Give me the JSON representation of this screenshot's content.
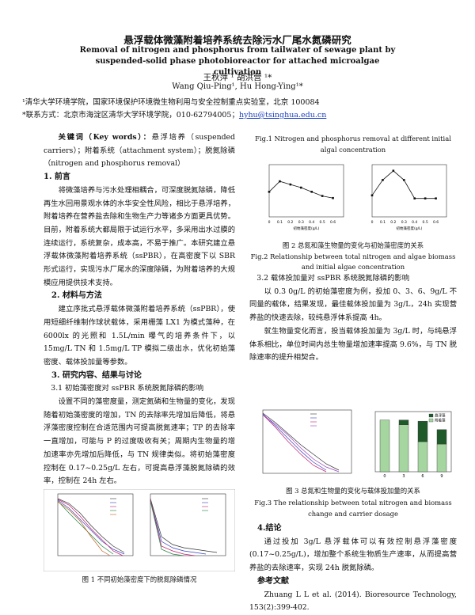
{
  "header": {
    "title_cn": "悬浮载体微藻附着培养系统去除污水厂尾水氮磷研究",
    "title_en": "Removal of nitrogen and phosphorus from tailwater of sewage plant by suspended-solid phase photobioreactor for attached microalgae cultivation",
    "authors_cn": "王秋萍 ¹   胡洪营 ¹*",
    "authors_en": "Wang Qiu-Ping¹, Hu Hong-Ying¹*",
    "affiliation": "¹清华大学环境学院，国家环境保护环境微生物利用与安全控制重点实验室，北京 100084",
    "contact_prefix": "*联系方式：北京市海淀区清华大学环境学院，010-62794005；",
    "email": "hyhu@tsinghua.edu.cn"
  },
  "left": {
    "keywords_label": "关键词（Key words）：",
    "keywords": "悬浮培养（suspended carriers）；附着系统（attachment system）；脱氮除磷（nitrogen and phosphorus removal）",
    "s1_title": "1. 前言",
    "s1_text": "将微藻培养与污水处理相耦合，可深度脱氮除磷，降低再生水回用景观水体的水华安全性风险，相比于悬浮培养，附着培养在营养盐去除和生物生产力等诸多方面更具优势。目前，附着系统大都局限于试运行水平，多采用出水过膜的连续运行，系统复杂，成本高，不易于推广。本研究建立悬浮载体微藻附着培养系统（ssPBR），在高密度下以 SBR 形式运行，实现污水厂尾水的深度除磷，为附着培养的大规模应用提供技术支持。",
    "s2_title": "2. 材料与方法",
    "s2_text": "建立序批式悬浮载体微藻附着培养系统（ssPBR），使用短细纤维制作球状载体，采用栅藻 LX1 为模式藻种，在 6000lx 的光照和 1.5L/min 曝气的培养条件下，以 15mg/L TN 和 1.5mg/L TP 模拟二级出水，优化初始藻密度、载体投加量等参数。",
    "s3_title": "3. 研究内容、结果与讨论",
    "s31_title": "3.1 初始藻密度对 ssPBR 系统脱氮除磷的影响",
    "s31_text": "设置不同的藻密度量，测定氮磷和生物量的变化，发现随着初始藻密度的增加，TN 的去除率先增加后降低，将悬浮藻密度控制在合适范围内可提高脱氮速率；TP 的去除率一直增加，可能与 P 的过度吸收有关；周期内生物量的增加速率亦先增加后降低，与 TN 规律类似。将初始藻密度控制在 0.17~0.25g/L 左右，可提高悬浮藻脱氮除磷的效率，控制在 24h 左右。",
    "fig1_caption": "图 1   不同初始藻密度下的脱氮除磷情况"
  },
  "right": {
    "fig_top_caption": "Fig.1 Nitrogen and phosphorus removal at different initial algal concentration",
    "fig2_caption_cn": "图 2  总氮和藻生物量的变化与初始藻密度的关系",
    "fig2_caption_en": "Fig.2 Relationship between total nitrogen and algae biomass and initial algae concentration",
    "s32_title": "3.2  载体投加量对 ssPBR 系统脱氮除磷的影响",
    "s32_text": "以 0.3 0g/L 的初始藻密度为例，投加 0、3、6、9g/L 不同量的载体，结果发现，最佳载体投加量为 3g/L，24h 实现营养盐的快速去除，较纯悬浮体系提高 4h。",
    "s32_text2": "就生物量变化而言，投当载体投加量为 3g/L 时，与纯悬浮体系相比，单位时间内总生物量增加速率提高 9.6%，与 TN 脱除速率的提升相契合。",
    "fig3_caption_cn": "图 3  总氮和生物量的变化与载体投加量的关系",
    "fig3_caption_en": "Fig.3 The relationship between total nitrogen and biomass change and carrier dosage",
    "s4_title": "4.结论",
    "s4_text": "通过投加 3g/L 悬浮载体可以有效控制悬浮藻密度(0.17~0.25g/L)，增加整个系统生物质生产速率，从而提高营养盐的去除速率，实现 24h 脱氮除磷。",
    "ref_title": "参考文献",
    "ref_text": "Zhuang L L et al. (2014). Bioresource Technology, 153(2):399-402."
  },
  "chart_data": [
    {
      "type": "line",
      "xlabel": "初始藻密度(g/L)",
      "x": [
        0,
        0.1,
        0.2,
        0.3,
        0.4,
        0.5,
        0.6
      ],
      "series": [
        {
          "values": [
            0.52,
            0.57,
            0.555,
            0.54,
            0.52,
            0.5,
            0.49
          ]
        }
      ],
      "ylim": [
        0.4,
        0.65
      ]
    },
    {
      "type": "line",
      "xlabel": "初始藻密度(g/L)",
      "x": [
        0,
        0.1,
        0.2,
        0.3,
        0.4,
        0.5,
        0.6
      ],
      "series": [
        {
          "values": [
            0.15,
            0.2,
            0.23,
            0.2,
            0.14,
            0.14,
            0.14
          ]
        }
      ],
      "ylim": [
        0.08,
        0.25
      ]
    },
    {
      "type": "bar",
      "categories": [
        "0",
        "3",
        "6",
        "9"
      ],
      "series": [
        {
          "name": "悬浮藻",
          "values": [
            0.0,
            0.04,
            0.17,
            0.12
          ]
        },
        {
          "name": "附着藻",
          "values": [
            0.43,
            0.39,
            0.25,
            0.23
          ]
        }
      ],
      "ylim": [
        0,
        0.5
      ]
    }
  ]
}
